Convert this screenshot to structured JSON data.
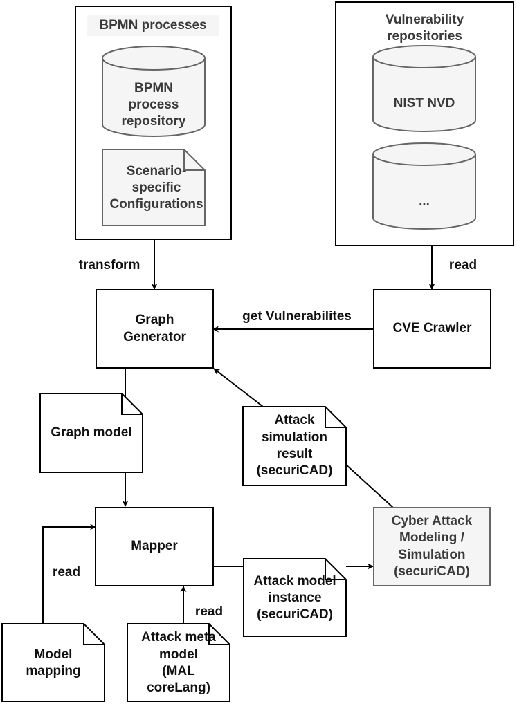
{
  "containers": {
    "bpmn": {
      "title": "BPMN processes"
    },
    "vuln": {
      "title": "Vulnerability\nrepositories"
    }
  },
  "stores": {
    "bpmn_repo": "BPMN\nprocess\nrepository",
    "nist": "NIST NVD",
    "other": "..."
  },
  "documents": {
    "scenario_config": "Scenario-\nspecific\nConfigurations",
    "graph_model": "Graph model",
    "attack_result": "Attack\nsimulation\nresult\n(securiCAD)",
    "attack_instance": "Attack model\ninstance\n(securiCAD)",
    "model_mapping": "Model\nmapping",
    "attack_meta": "Attack meta\nmodel\n(MAL\ncoreLang)"
  },
  "processes": {
    "graph_generator": "Graph\nGenerator",
    "cve_crawler": "CVE Crawler",
    "mapper": "Mapper",
    "cyber_attack": "Cyber Attack\nModeling /\nSimulation\n(securiCAD)"
  },
  "edges": {
    "transform": "transform",
    "read_vuln": "read",
    "get_vulns": "get Vulnerabilites",
    "read_mapping": "read",
    "read_meta": "read"
  },
  "colors": {
    "stroke": "#000000",
    "grey_fill": "#f5f5f5",
    "grey_stroke": "#666666",
    "grey_text": "#333333"
  }
}
